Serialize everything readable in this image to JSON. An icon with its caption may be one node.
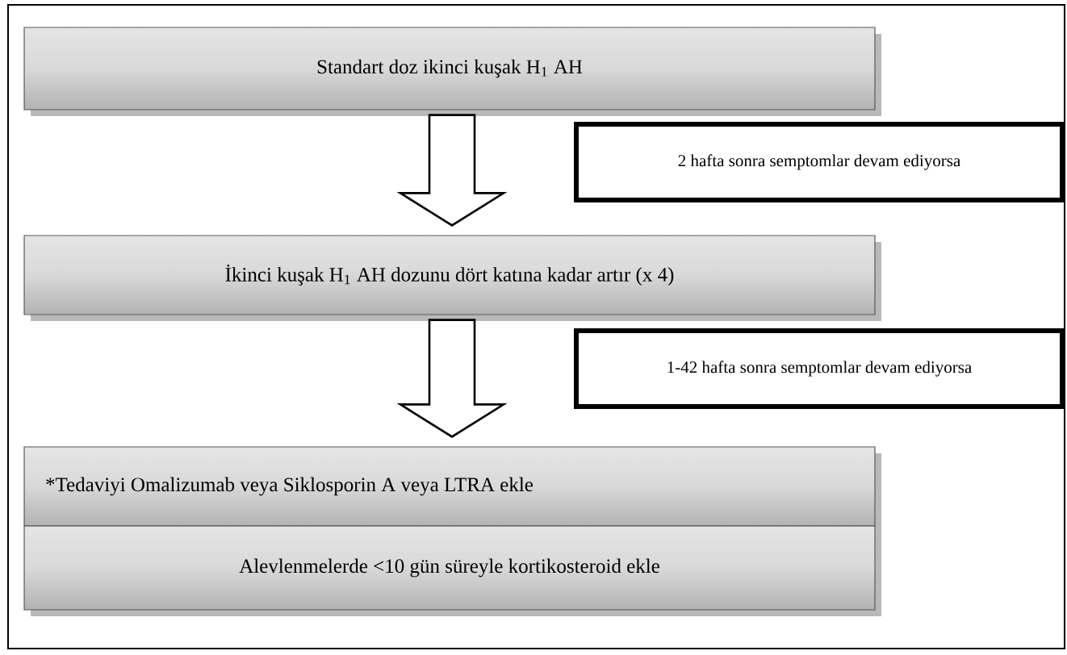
{
  "diagram": {
    "nodes": [
      {
        "text": [
          "Standart doz ikinci kuşak H$_{1}$ AH"
        ]
      },
      {
        "text": [
          "2 hafta sonra semptomlar devam ediyorsa"
        ]
      },
      {
        "text": [
          "İkinci kuşak H$_{1}$ AH dozunu dört katına kadar artır (x 4)"
        ]
      },
      {
        "text": [
          "1-42 hafta sonra semptomlar devam ediyorsa"
        ]
      },
      {
        "text": [
          "*Tedaviyi Omalizumab veya Siklosporin A veya LTRA ekle"
        ]
      },
      {
        "text": [
          "Alevlenmelerde <10 gün süreyle kortikosteroid ekle"
        ]
      }
    ],
    "edges": [
      {
        "from": 0,
        "to": 2,
        "arrow": "to"
      },
      {
        "from": 2,
        "to": 4,
        "arrow": "to"
      }
    ]
  }
}
